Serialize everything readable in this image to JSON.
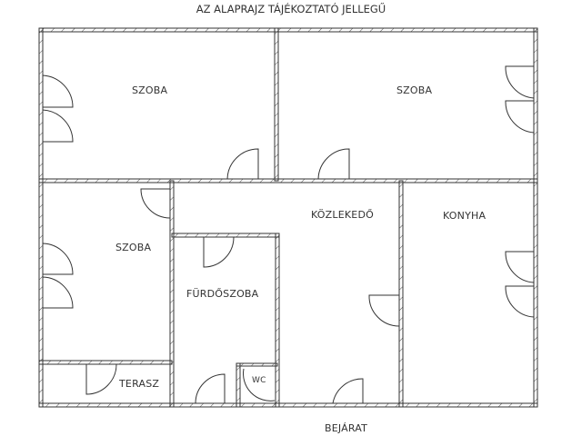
{
  "title": "AZ ALAPRAJZ TÁJÉKOZTATÓ JELLEGŰ",
  "rooms": [
    {
      "id": "room-top-left",
      "label": "SZOBA"
    },
    {
      "id": "room-top-right",
      "label": "SZOBA"
    },
    {
      "id": "room-middle-left",
      "label": "SZOBA"
    },
    {
      "id": "hallway",
      "label": "KÖZLEKEDŐ"
    },
    {
      "id": "kitchen",
      "label": "KONYHA"
    },
    {
      "id": "bathroom",
      "label": "FÜRDŐSZOBA"
    },
    {
      "id": "terrace",
      "label": "TERASZ"
    },
    {
      "id": "toilet",
      "label": "WC"
    }
  ],
  "entrance_label": "BEJÁRAT",
  "colors": {
    "wall": "#333333",
    "background": "#ffffff",
    "text": "#333333"
  }
}
